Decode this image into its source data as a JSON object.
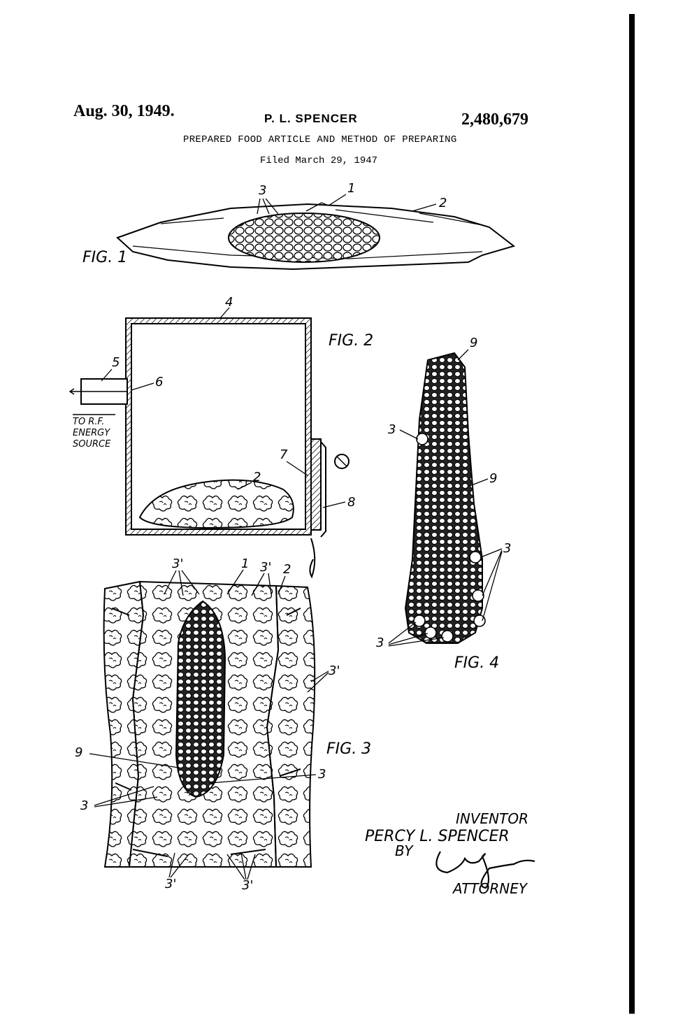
{
  "header": {
    "date": "Aug. 30, 1949.",
    "inventor": "P. L. SPENCER",
    "patent_number": "2,480,679",
    "title": "PREPARED FOOD ARTICLE AND METHOD OF PREPARING",
    "filed": "Filed March 29, 1947"
  },
  "figures": {
    "fig1": {
      "label": "FIG. 1",
      "refs": [
        "3",
        "1",
        "2"
      ]
    },
    "fig2": {
      "label": "FIG. 2",
      "refs": [
        "4",
        "5",
        "6",
        "7",
        "2",
        "8"
      ],
      "source_note": [
        "TO R.F.",
        "ENERGY",
        "SOURCE"
      ]
    },
    "fig3": {
      "label": "FIG. 3",
      "refs": [
        "3'",
        "1",
        "3'",
        "2",
        "3'",
        "9",
        "3",
        "3",
        "3'",
        "3'"
      ]
    },
    "fig4": {
      "label": "FIG. 4",
      "refs": [
        "9",
        "3",
        "9",
        "3",
        "3"
      ]
    }
  },
  "signature": {
    "role": "INVENTOR",
    "name": "PERCY L. SPENCER",
    "by": "BY",
    "attorney": "ATTORNEY"
  }
}
